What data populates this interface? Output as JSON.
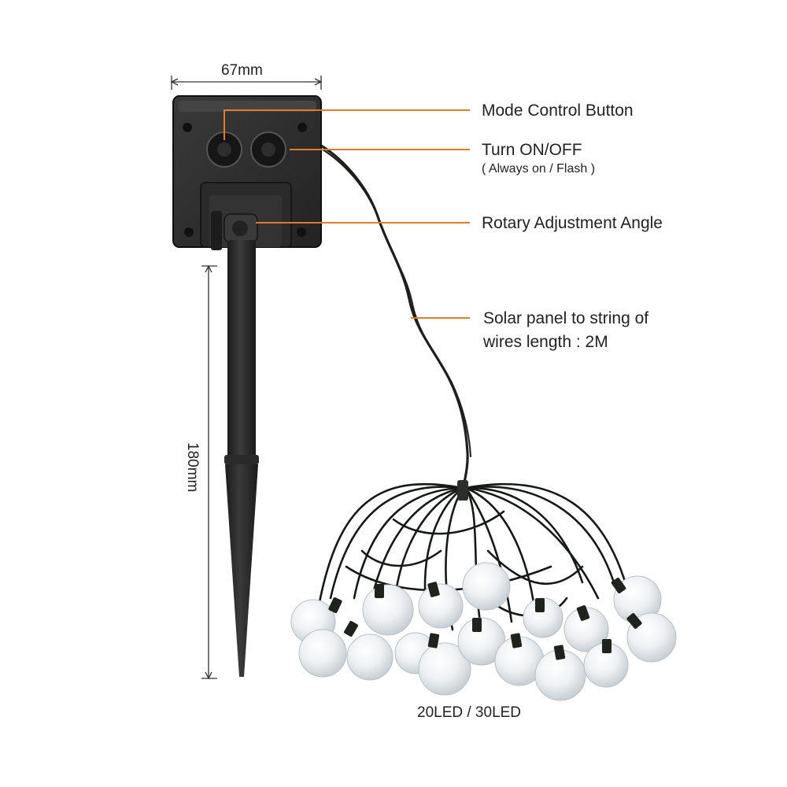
{
  "dimensions": {
    "width": "67mm",
    "height": "180mm"
  },
  "callouts": {
    "mode_button": "Mode Control Button",
    "power": "Turn ON/OFF",
    "power_modes": "( Always on / Flash )",
    "rotary": "Rotary Adjustment Angle",
    "wire_line1": "Solar panel to string of",
    "wire_line2": "wires length : 2M"
  },
  "led_count": "20LED / 30LED",
  "colors": {
    "callout_line": "#e07b2a",
    "device": "#2b2b2b",
    "wire": "#1c1f1c",
    "bulb": "#e8ecef"
  },
  "icons": [
    "solar-panel-icon",
    "ground-stake-icon",
    "wire-icon",
    "led-bulb-icon"
  ]
}
